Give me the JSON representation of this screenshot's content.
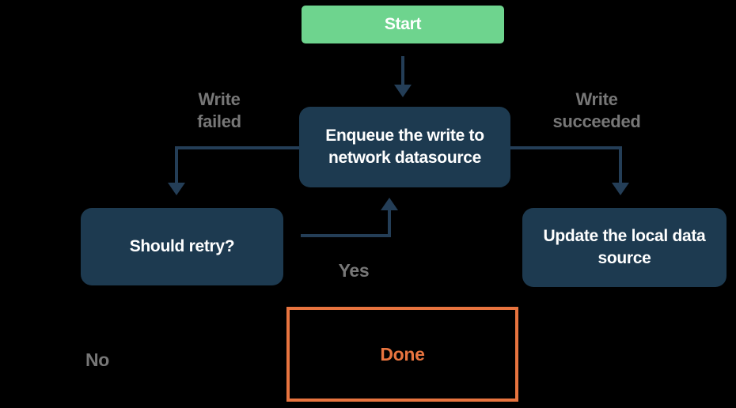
{
  "colors": {
    "background": "#000000",
    "start_fill": "#6ed48e",
    "node_fill": "#1d3a50",
    "arrow": "#243e57",
    "edge_label": "#777777",
    "node_text": "#ffffff",
    "accent": "#e8743f"
  },
  "nodes": {
    "start": {
      "label": "Start"
    },
    "enqueue": {
      "label": "Enqueue the write to\nnetwork datasource"
    },
    "should_retry": {
      "label": "Should retry?"
    },
    "update_local": {
      "label": "Update the local data\nsource"
    },
    "done": {
      "label": "Done"
    }
  },
  "edge_labels": {
    "write_failed": "Write\nfailed",
    "write_succeeded": "Write\nsucceeded",
    "yes": "Yes",
    "no": "No"
  }
}
